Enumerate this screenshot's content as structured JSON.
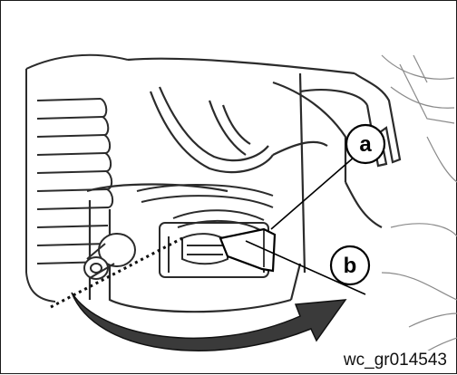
{
  "callouts": {
    "a": "a",
    "b": "b"
  },
  "figure_id": "wc_gr014543",
  "colors": {
    "line_art": "#2b2b2b",
    "arrow_fill": "#3a3a3a",
    "callout_stroke": "#000000",
    "background": "#ffffff"
  },
  "icons": [
    "curved-rotation-arrow",
    "dotted-axis-line"
  ]
}
